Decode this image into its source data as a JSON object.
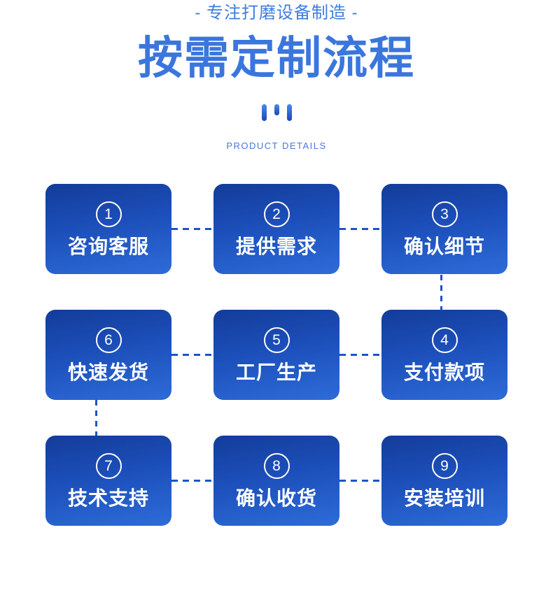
{
  "header": {
    "tagline": "- 专注打磨设备制造 -",
    "title": "按需定制流程",
    "subtitle": "PRODUCT DETAILS",
    "decor_icon": "three-vertical-bars-icon"
  },
  "steps": [
    {
      "number": "1",
      "label": "咨询客服"
    },
    {
      "number": "2",
      "label": "提供需求"
    },
    {
      "number": "3",
      "label": "确认细节"
    },
    {
      "number": "6",
      "label": "快速发货"
    },
    {
      "number": "5",
      "label": "工厂生产"
    },
    {
      "number": "4",
      "label": "支付款项"
    },
    {
      "number": "7",
      "label": "技术支持"
    },
    {
      "number": "8",
      "label": "确认收货"
    },
    {
      "number": "9",
      "label": "安装培训"
    }
  ],
  "flow_connections": [
    "1-2",
    "2-3",
    "3-4",
    "4-5",
    "5-6",
    "6-7",
    "7-8",
    "8-9"
  ],
  "colors": {
    "accent_blue": "#3a76dd",
    "tagline_blue": "#3e7ce0",
    "subtitle_blue": "#4a77da",
    "card_gradient_top": "#133c99",
    "card_gradient_bottom": "#2e6cd9",
    "connector_blue": "#1b55c8",
    "card_text": "#ffffff",
    "background": "#ffffff"
  }
}
